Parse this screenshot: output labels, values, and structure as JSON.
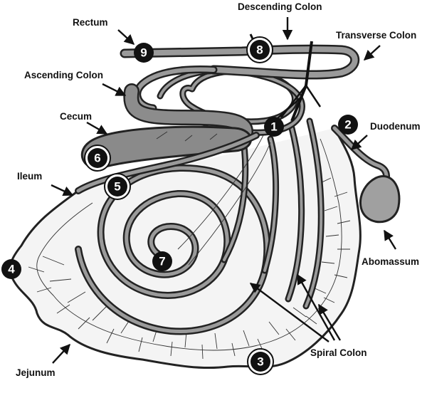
{
  "labels": {
    "rectum": "Rectum",
    "descending_colon": "Descending Colon",
    "transverse_colon": "Transverse Colon",
    "ascending_colon": "Ascending Colon",
    "cecum": "Cecum",
    "duodenum": "Duodenum",
    "ileum": "Ileum",
    "abomassum": "Abomassum",
    "jejunum": "Jejunum",
    "spiral_colon": "Spiral Colon"
  },
  "markers": {
    "m1": "1",
    "m2": "2",
    "m3": "3",
    "m4": "4",
    "m5": "5",
    "m6": "6",
    "m7": "7",
    "m8": "8",
    "m9": "9"
  }
}
